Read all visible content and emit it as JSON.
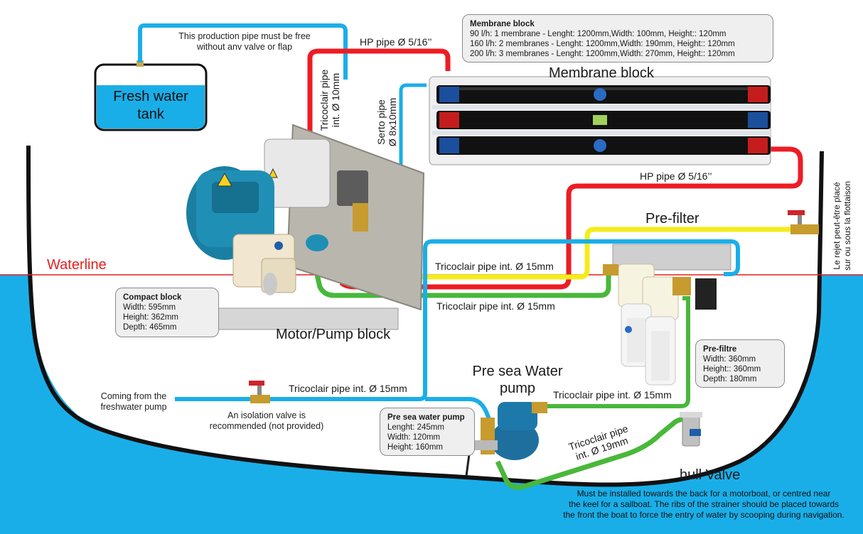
{
  "tank": {
    "label_line1": "Fresh water",
    "label_line2": "tank"
  },
  "labels": {
    "production_note_line1": "This production pipe must be free",
    "production_note_line2": "without anv valve or flap",
    "hp_pipe_top": "HP pipe Ø 5/16’’",
    "hp_pipe_right": "HP pipe Ø 5/16’’",
    "membrane_block_title": "Membrane block",
    "tricoclair_10_line1": "Tricoclair pipe",
    "tricoclair_10_line2": "int. Ø 10mm",
    "serto_line1": "Serto pipe",
    "serto_line2": "Ø 8x10mm",
    "prefilter_title": "Pre-filter",
    "waterline": "Waterline",
    "tricoclair_15_yellow": "Tricoclair pipe int. Ø 15mm",
    "tricoclair_15_green": "Tricoclair pipe int. Ø 15mm",
    "motor_pump_block": "Motor/Pump block",
    "pre_sea_pump_line1": "Pre sea Water",
    "pre_sea_pump_line2": "pump",
    "tricoclair_15_blue": "Tricoclair pipe int. Ø 15mm",
    "tricoclair_15_pump": "Tricoclair pipe int. Ø 15mm",
    "tricoclair_19_line1": "Tricoclair pipe",
    "tricoclair_19_line2": "int. Ø 19mm",
    "coming_from_line1": "Coming from the",
    "coming_from_line2": "freshwater pump",
    "isolation_line1": "An isolation valve is",
    "isolation_line2": "recommended (not provided)",
    "hull_valve": "hull Valve",
    "hull_note_line1": "Must be installed towards the back for a motorboat, or centred near",
    "hull_note_line2": "the keel for a sailboat. The ribs of the strainer should be placed towards",
    "hull_note_line3": "the front the boat to force the entry of water by scooping during navigation.",
    "rejet_line1": "Le rejet peut-être placé",
    "rejet_line2": "sur ou sous la flottaison"
  },
  "membrane_info": {
    "title": "Membrane block",
    "line1": "90 l/h: 1 membrane - Lenght: 1200mm,Width: 100mm, Height:: 120mm",
    "line2": "160 l/h: 2 membranes - Lenght: 1200mm,Width: 190mm, Height:: 120mm",
    "line3": "200 l/h: 3 membranes - Lenght: 1200mm,Width: 270mm, Height:: 120mm"
  },
  "compact_info": {
    "title": "Compact block",
    "width": "Width: 595mm",
    "height": "Height: 362mm",
    "depth": "Depth: 465mm"
  },
  "prefilter_info": {
    "title": "Pre-filtre",
    "width": "Width: 360mm",
    "height": "Height:: 360mm",
    "depth": "Depth: 180mm"
  },
  "pump_info": {
    "title": "Pre sea water pump",
    "length": "Lenght: 245mm",
    "width": "Width: 120mm",
    "height": "Height: 160mm"
  },
  "colors": {
    "sea": "#1aaee8",
    "pipe_blue": "#1aaee8",
    "pipe_red": "#ee1c24",
    "pipe_yellow": "#f5ec1b",
    "pipe_green": "#48b83a",
    "hull": "#111111",
    "waterline": "#e41f1f"
  }
}
